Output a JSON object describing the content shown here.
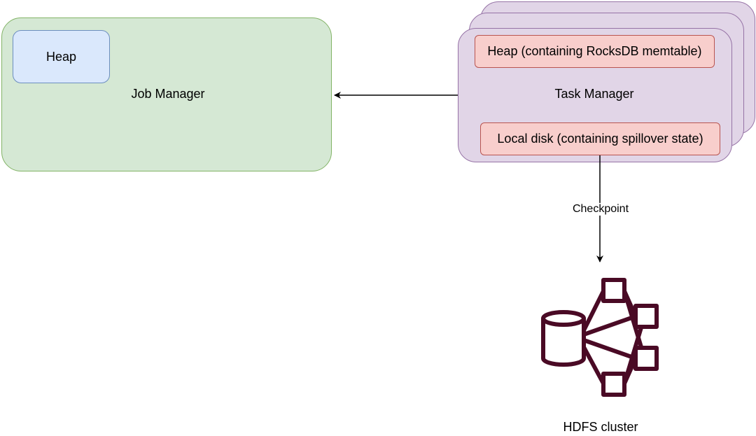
{
  "job_manager": {
    "label": "Job Manager",
    "heap_label": "Heap",
    "fill": "#d5e8d4",
    "stroke": "#82b366",
    "heap_fill": "#dae8fc",
    "heap_stroke": "#6c8ebf"
  },
  "task_manager": {
    "label": "Task Manager",
    "heap_label": "Heap (containing RocksDB memtable)",
    "disk_label": "Local disk (containing spillover state)",
    "fill": "#e1d5e7",
    "stroke": "#9673a6",
    "inner_fill": "#f8cecc",
    "inner_stroke": "#b85450"
  },
  "edges": {
    "checkpoint_label": "Checkpoint"
  },
  "hdfs": {
    "label": "HDFS cluster",
    "icon": "hdfs-cluster-icon",
    "icon_color": "#4a0a25"
  }
}
